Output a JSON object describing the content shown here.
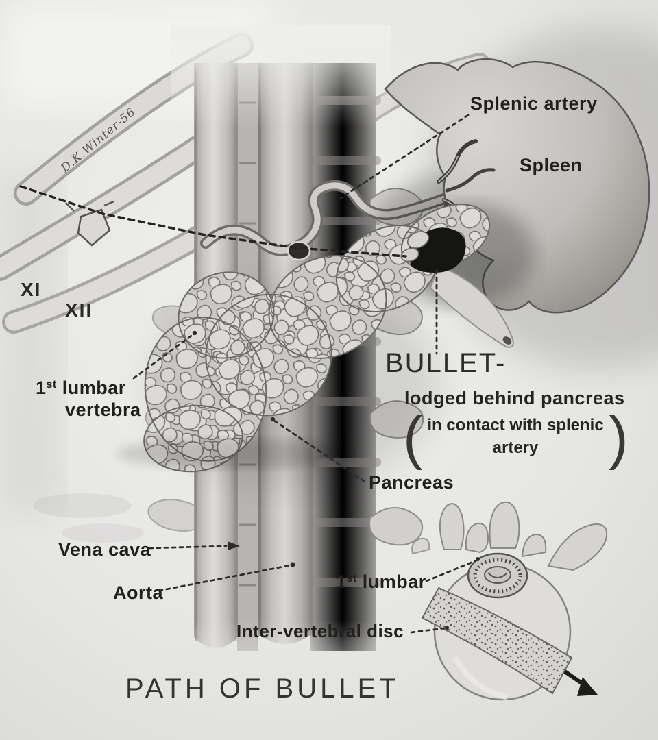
{
  "title": "PATH OF BULLET",
  "signature": "D.K.Winter-56",
  "labels": {
    "splenic_artery": "Splenic artery",
    "spleen": "Spleen",
    "rib_xi": "XI",
    "rib_xii": "XII",
    "lumbar_vertebra": {
      "num": "1",
      "sup": "st",
      "rest": " lumbar",
      "line2": "vertebra"
    },
    "bullet": {
      "heading": "BULLET-",
      "desc": "lodged behind pancreas",
      "note1": "in contact with splenic",
      "note2": "artery",
      "paren_open": "(",
      "paren_close": ")"
    },
    "pancreas": "Pancreas",
    "vena_cava": "Vena cava",
    "aorta": "Aorta",
    "first_lumbar": {
      "num": "1",
      "sup": "st",
      "rest": " lumbar"
    },
    "intervertebral_disc": "Inter-vertebral disc"
  },
  "colors": {
    "ink": "#22201e",
    "paper": "#e9e9e7"
  }
}
